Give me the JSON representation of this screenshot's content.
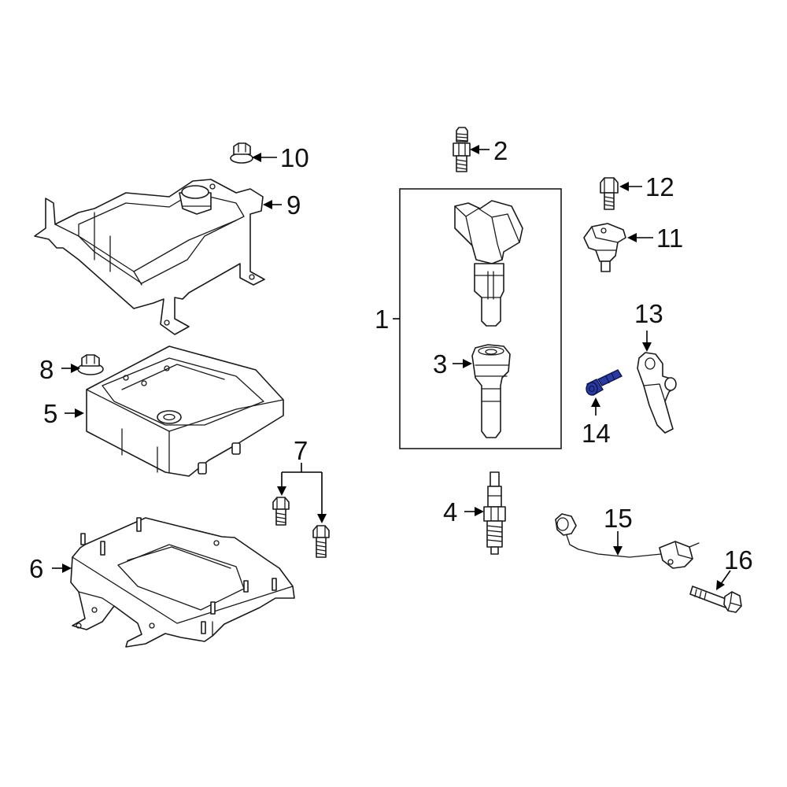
{
  "diagram": {
    "highlight_color": "#2a3a9e",
    "callouts": [
      {
        "id": "c1",
        "label": "1"
      },
      {
        "id": "c2",
        "label": "2"
      },
      {
        "id": "c3",
        "label": "3"
      },
      {
        "id": "c4",
        "label": "4"
      },
      {
        "id": "c5",
        "label": "5"
      },
      {
        "id": "c6",
        "label": "6"
      },
      {
        "id": "c7",
        "label": "7"
      },
      {
        "id": "c8",
        "label": "8"
      },
      {
        "id": "c9",
        "label": "9"
      },
      {
        "id": "c10",
        "label": "10"
      },
      {
        "id": "c11",
        "label": "11"
      },
      {
        "id": "c12",
        "label": "12"
      },
      {
        "id": "c13",
        "label": "13"
      },
      {
        "id": "c14",
        "label": "14"
      },
      {
        "id": "c15",
        "label": "15"
      },
      {
        "id": "c16",
        "label": "16"
      }
    ]
  }
}
